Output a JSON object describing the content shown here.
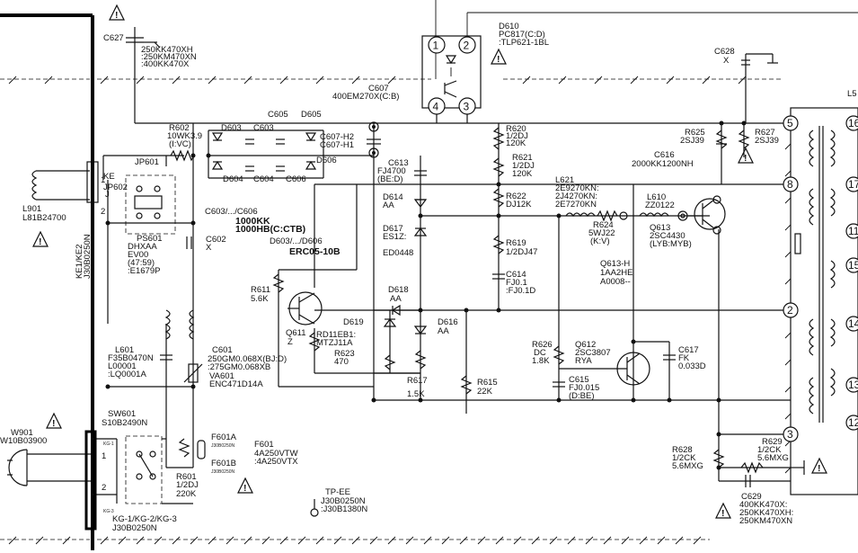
{
  "labels": {
    "c627": [
      "C627",
      "250KK470XH",
      ":250KM470XN",
      ":400KK470X"
    ],
    "d610": [
      "D610",
      "PC817(C:D)",
      ":TLP621-1BL"
    ],
    "c628": [
      "C628",
      "X"
    ],
    "c607": [
      "C607",
      "400EM270X(C:B)"
    ],
    "r602": [
      "R602",
      "10WK3.9",
      "(I:VC)"
    ],
    "d603": [
      "D603"
    ],
    "c603": [
      "C603"
    ],
    "c605": [
      "C605"
    ],
    "d605": [
      "D605"
    ],
    "c607h": [
      "C607-H2",
      "C607-H1"
    ],
    "d604": [
      "D604"
    ],
    "c604": [
      "C604"
    ],
    "c606": [
      "C606"
    ],
    "d606": [
      "D606"
    ],
    "c613": [
      "C613",
      "FJ4700",
      "(BE:D)"
    ],
    "r620": [
      "R620",
      "1/2DJ",
      "120K"
    ],
    "r621": [
      "R621",
      "1/2DJ",
      "120K"
    ],
    "r622": [
      "R622",
      "DJ12K"
    ],
    "r619": [
      "R619",
      "1/2DJ47"
    ],
    "c614": [
      "C614",
      "FJ0.1",
      ":FJ0.1D"
    ],
    "l621": [
      "L621",
      "2E9270KN:",
      "2J4270KN:",
      "2E7270KN"
    ],
    "r624": [
      "R624",
      "5WJ22",
      "(K:V)"
    ],
    "l610": [
      "L610",
      "ZZ0122"
    ],
    "q613": [
      "Q613",
      "2SC4430",
      "(LYB:MYB)"
    ],
    "q613h": [
      "Q613-H",
      "1AA2HE",
      "A0008--"
    ],
    "c616": [
      "C616",
      "2000KK1200NH"
    ],
    "r625": [
      "R625",
      "2SJ39"
    ],
    "r627": [
      "R627",
      "2SJ39"
    ],
    "ke": [
      "KE",
      "JP602",
      "J"
    ],
    "ke2": [
      "KE1/KE2",
      "J30B0250N"
    ],
    "jp601": [
      "JP601"
    ],
    "l901": [
      "L901",
      "L81B24700"
    ],
    "ps601": [
      "PS601",
      "DHXAA",
      "EV00",
      "(47:59)",
      ":E1679P"
    ],
    "c603_c606": [
      "C603/.../C606"
    ],
    "bold1": [
      "1000KK",
      "1000HB(C:CTB)"
    ],
    "d603_d606": [
      "D603/.../D606"
    ],
    "erc": [
      "ERC05-10B"
    ],
    "c602": [
      "C602",
      "X"
    ],
    "d614": [
      "D614",
      "AA"
    ],
    "d617": [
      "D617",
      "ES1Z:",
      "ED0448"
    ],
    "r611": [
      "R611",
      "5.6K"
    ],
    "q611": [
      "Q611",
      "Z"
    ],
    "d619": [
      "D619",
      "RD11EB1:",
      "MTZJ11A"
    ],
    "r623": [
      "R623",
      "470"
    ],
    "d618": [
      "D618",
      "AA"
    ],
    "d616": [
      "D616",
      "AA"
    ],
    "r626": [
      "R626",
      "DC",
      "1.8K"
    ],
    "q612": [
      "Q612",
      "2SC3807",
      "RYA"
    ],
    "c617": [
      "C617",
      "FK",
      "0.033D"
    ],
    "l601": [
      "L601",
      "F35B0470N",
      "L00001",
      ":LQ0001A"
    ],
    "c601": [
      "C601",
      "250GM0.068X(BJ:D)",
      ":275GM0.068XB"
    ],
    "va601": [
      "VA601",
      "ENC471D14A"
    ],
    "r617": [
      "R617",
      "1.5K"
    ],
    "r615": [
      "R615",
      "22K"
    ],
    "c615": [
      "C615",
      "FJ0.015",
      "(D:BE)"
    ],
    "sw601": [
      "SW601",
      "S10B2490N"
    ],
    "w901": [
      "W901",
      "W10B03900"
    ],
    "f601a": [
      "F601A",
      "J30B0250N"
    ],
    "f601": [
      "F601",
      "4A250VTW",
      ":4A250VTX"
    ],
    "f601b": [
      "F601B",
      "J30B0250N"
    ],
    "r601": [
      "R601",
      "1/2DJ",
      "220K"
    ],
    "kg": [
      "KG-1/KG-2/KG-3",
      "J30B0250N"
    ],
    "tpee": [
      "TP-EE",
      "J30B0250N",
      ":J30B1380N"
    ],
    "r628": [
      "R628",
      "1/2CK",
      "5.6MXG"
    ],
    "r629": [
      "R629",
      "1/2CK",
      "5.6MXG"
    ],
    "c629": [
      "C629",
      "400KK470X:",
      "250KK470XH:",
      "250KM470XN"
    ],
    "l5": [
      "L5"
    ]
  },
  "ic_pins": [
    "1",
    "2",
    "3",
    "4"
  ],
  "transformer_pins_left": [
    "5",
    "8",
    "2",
    "3"
  ],
  "transformer_pins_right": [
    "16",
    "17",
    "11",
    "15",
    "14",
    "13",
    "12"
  ],
  "connector_pins": [
    "1",
    "2"
  ],
  "switch_pins": [
    "KG-1",
    "1",
    "2",
    "KG-3"
  ]
}
